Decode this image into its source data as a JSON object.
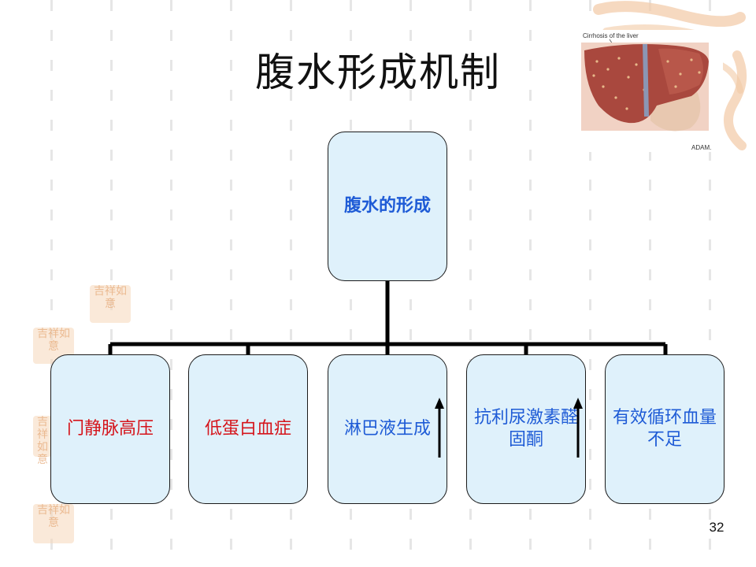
{
  "slide": {
    "title": "腹水形成机制",
    "page_number": "32"
  },
  "image": {
    "caption": "Cirrhosis of the liver",
    "credit": "ADAM."
  },
  "diagram": {
    "root": {
      "label": "腹水的形成",
      "color": "#1e5bd6"
    },
    "children": [
      {
        "label": "门静脉高压",
        "color": "#d5141b",
        "arrow": false
      },
      {
        "label": "低蛋白血症",
        "color": "#d5141b",
        "arrow": false
      },
      {
        "label": "淋巴液生成",
        "color": "#1e5bd6",
        "arrow": "up"
      },
      {
        "label": "抗利尿激素醛固酮",
        "color": "#1e5bd6",
        "arrow": "up"
      },
      {
        "label": "有效循环血量不足",
        "color": "#1e5bd6",
        "arrow": false
      }
    ],
    "node_fill": "#dff1fb"
  },
  "decorations": {
    "seal_text": "吉祥如意",
    "seal_color": "#f5d7b9"
  }
}
